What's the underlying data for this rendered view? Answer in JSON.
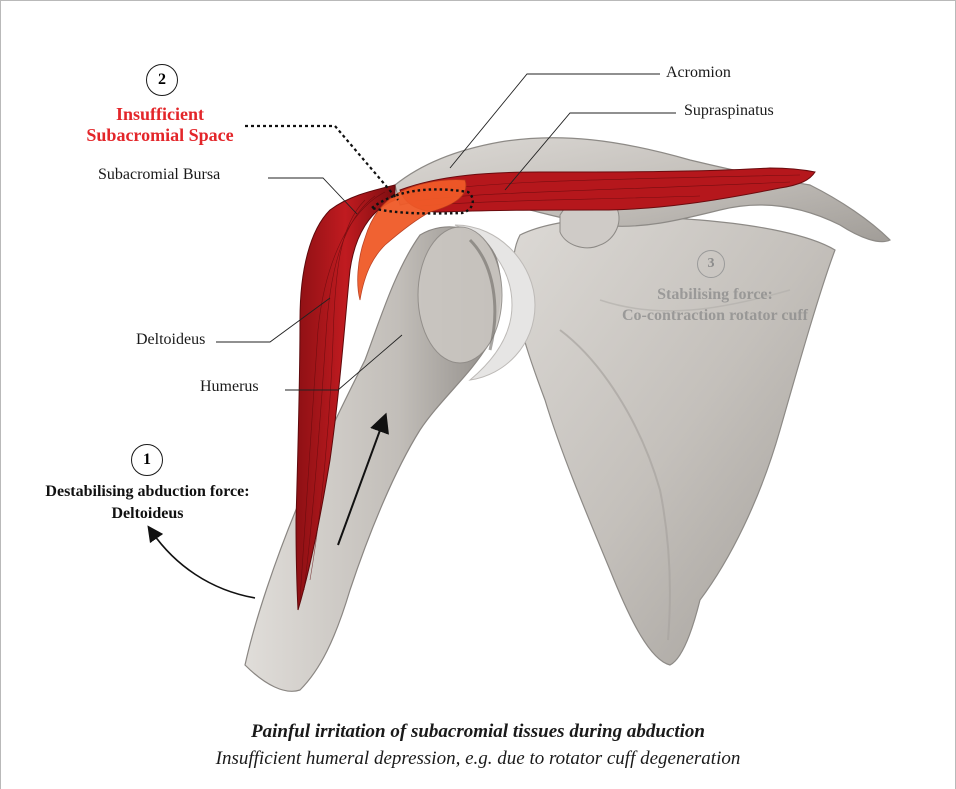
{
  "labels": {
    "acromion": "Acromion",
    "supraspinatus": "Supraspinatus",
    "subacromial_bursa": "Subacromial Bursa",
    "deltoideus": "Deltoideus",
    "humerus": "Humerus"
  },
  "callout_2": {
    "number": "2",
    "line1": "Insufficient",
    "line2": "Subacromial Space",
    "color": "#e3262a"
  },
  "callout_1": {
    "number": "1",
    "line1": "Destabilising abduction force:",
    "line2": "Deltoideus"
  },
  "callout_3_faded": {
    "number": "3",
    "line1": "Stabilising force:",
    "line2": "Co-contraction rotator cuff"
  },
  "caption": {
    "title": "Painful irritation of subacromial tissues during abduction",
    "subtitle": "Insufficient humeral depression, e.g. due to rotator cuff degeneration"
  },
  "colors": {
    "bone": "#c9c6c2",
    "bone_shadow": "#8f8b87",
    "muscle": "#b2161b",
    "muscle_dark": "#7d0d10",
    "bursa": "#f05a28",
    "accent_red": "#e3262a"
  }
}
